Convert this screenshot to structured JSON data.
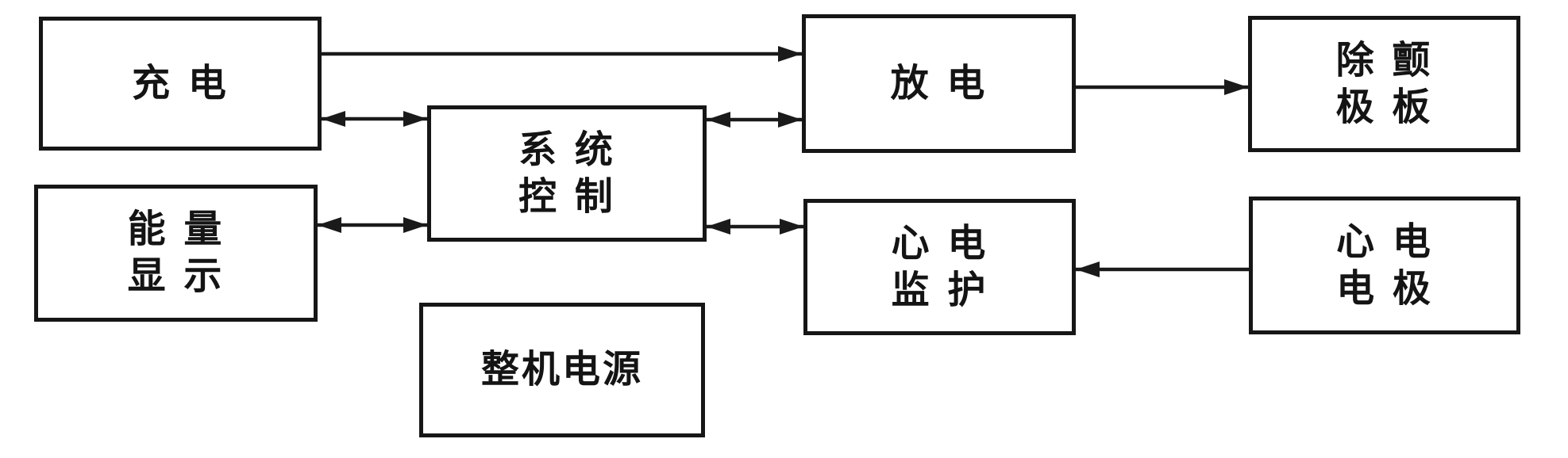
{
  "diagram": {
    "boxes": [
      {
        "id": "charge",
        "lines": [
          "充 电"
        ]
      },
      {
        "id": "energy-display",
        "lines": [
          "能 量",
          "显 示"
        ]
      },
      {
        "id": "system-control",
        "lines": [
          "系 统",
          "控 制"
        ]
      },
      {
        "id": "main-power",
        "lines": [
          "整机电源"
        ]
      },
      {
        "id": "discharge",
        "lines": [
          "放 电"
        ]
      },
      {
        "id": "ecg-monitor",
        "lines": [
          "心 电",
          "监 护"
        ]
      },
      {
        "id": "defib-paddles",
        "lines": [
          "除 颤",
          "极 板"
        ]
      },
      {
        "id": "ecg-electrodes",
        "lines": [
          "心 电",
          "电 极"
        ]
      }
    ],
    "connections": [
      {
        "from": "charge",
        "to": "discharge",
        "style": "single"
      },
      {
        "from": "charge",
        "to": "system-control",
        "style": "double"
      },
      {
        "from": "energy-display",
        "to": "system-control",
        "style": "double"
      },
      {
        "from": "system-control",
        "to": "discharge",
        "style": "double"
      },
      {
        "from": "system-control",
        "to": "ecg-monitor",
        "style": "double"
      },
      {
        "from": "discharge",
        "to": "defib-paddles",
        "style": "single"
      },
      {
        "from": "ecg-electrodes",
        "to": "ecg-monitor",
        "style": "single"
      }
    ]
  },
  "colors": {
    "background": "#ffffff",
    "box_border": "#161616",
    "text": "#141414",
    "line": "#1a1a1a"
  }
}
